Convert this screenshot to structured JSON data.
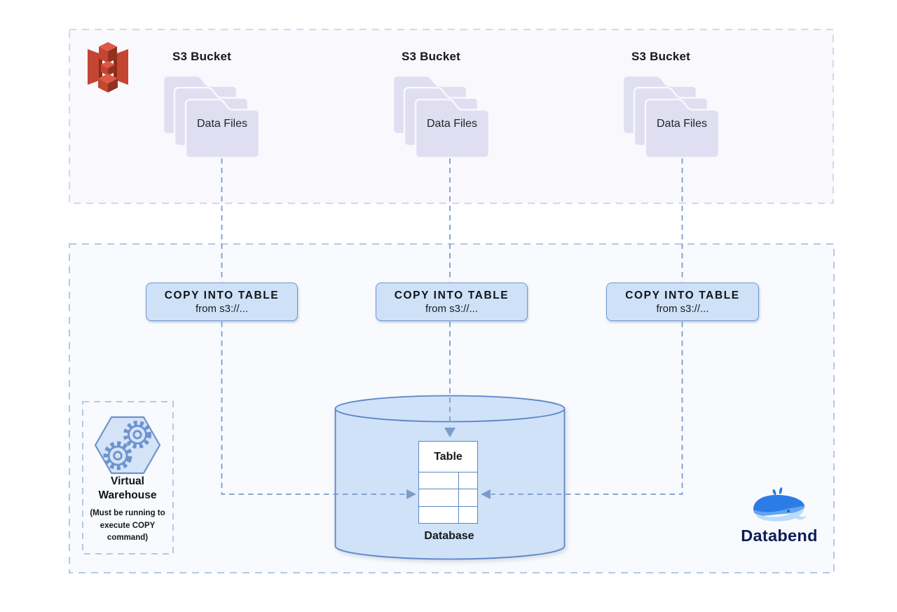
{
  "sections": {
    "sources": {
      "buckets": [
        {
          "label": "S3 Bucket",
          "files_label": "Data Files"
        },
        {
          "label": "S3 Bucket",
          "files_label": "Data Files"
        },
        {
          "label": "S3 Bucket",
          "files_label": "Data Files"
        }
      ]
    },
    "databend": {
      "copy_boxes": [
        {
          "title": "COPY INTO TABLE",
          "subtitle": "from s3://..."
        },
        {
          "title": "COPY INTO TABLE",
          "subtitle": "from s3://..."
        },
        {
          "title": "COPY INTO TABLE",
          "subtitle": "from s3://..."
        }
      ],
      "database": {
        "table_label": "Table",
        "label": "Database"
      },
      "virtual_warehouse": {
        "title": "Virtual Warehouse",
        "note": "(Must be running to execute COPY command)"
      },
      "brand": {
        "name": "Databend"
      }
    }
  },
  "icons": {
    "s3": "aws-s3-bucket-icon",
    "folders": "stacked-folders-icon",
    "warehouse": "gears-hexagon-icon",
    "brand": "databend-whale-icon"
  },
  "colors": {
    "sources_section_bg": "#f9f8fc",
    "sources_section_border": "#d9d4f0",
    "databend_section_bg": "#f8fafd",
    "databend_section_border": "#b5c8e7",
    "folder_fill": "#e0def1",
    "copy_box_fill": "#cfe1f7",
    "copy_box_border": "#6f96d3",
    "cylinder_fill": "#cfe2f8",
    "cylinder_border": "#5d85c6",
    "connector": "#7b9cc9",
    "aws_red": "#c44531",
    "databend_blue": "#2b7ce5",
    "brand_navy": "#0e1c5a"
  }
}
